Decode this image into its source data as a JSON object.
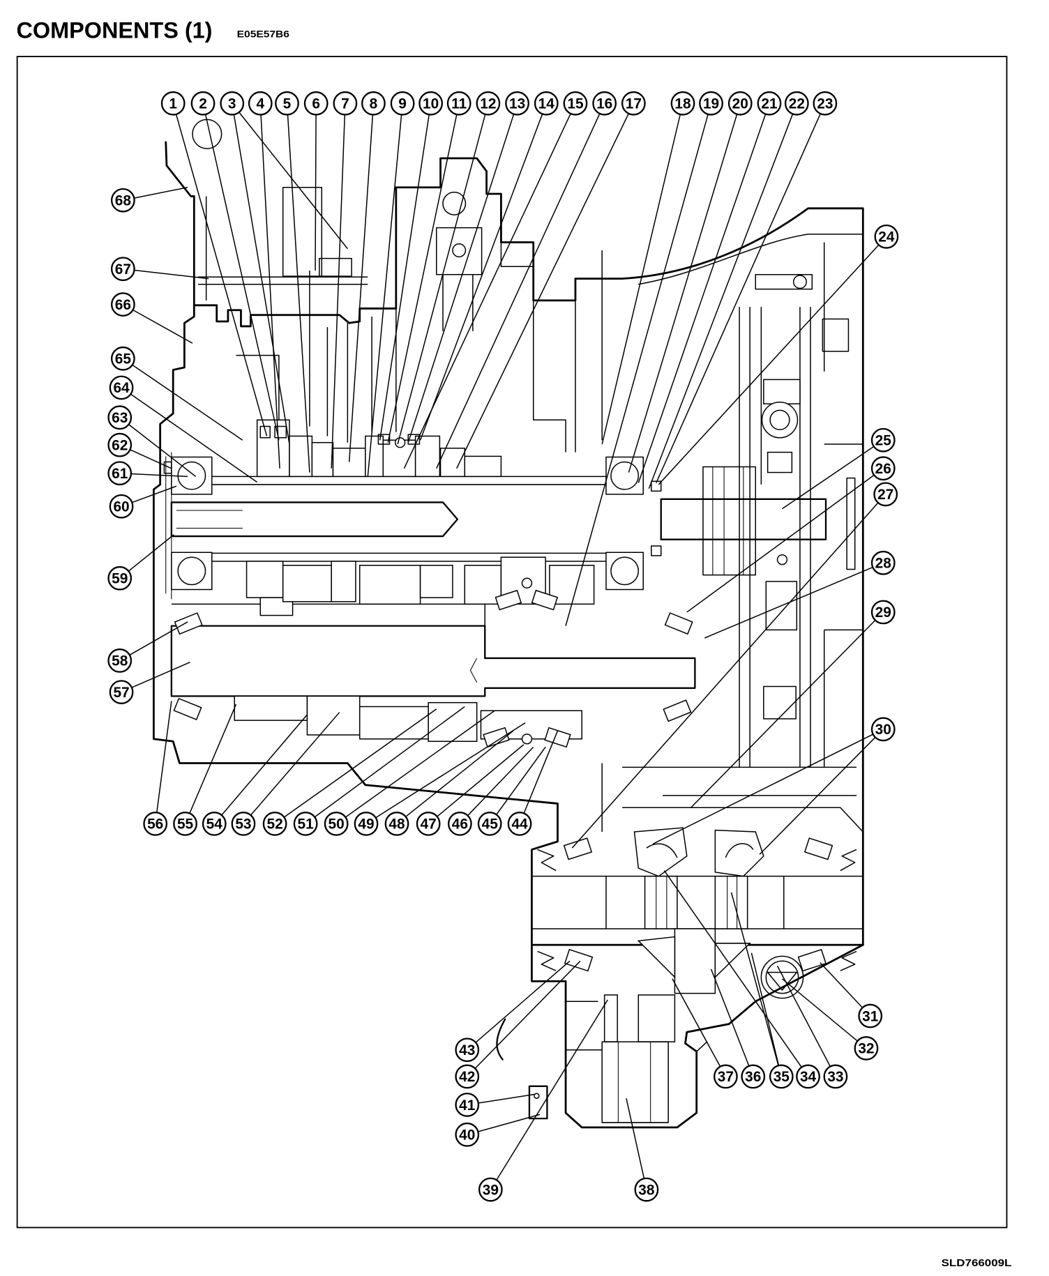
{
  "header": {
    "title": "COMPONENTS (1)",
    "code": "E05E57B6"
  },
  "figure": {
    "id": "SLD766009L"
  },
  "colors": {
    "ink": "#000000",
    "paper": "#ffffff"
  },
  "diagram": {
    "callouts": [
      "1",
      "2",
      "3",
      "4",
      "5",
      "6",
      "7",
      "8",
      "9",
      "10",
      "11",
      "12",
      "13",
      "14",
      "15",
      "16",
      "17",
      "18",
      "19",
      "20",
      "21",
      "22",
      "23",
      "24",
      "25",
      "26",
      "27",
      "28",
      "29",
      "30",
      "31",
      "32",
      "33",
      "34",
      "35",
      "36",
      "37",
      "38",
      "39",
      "40",
      "41",
      "42",
      "43",
      "44",
      "45",
      "46",
      "47",
      "48",
      "49",
      "50",
      "51",
      "52",
      "53",
      "54",
      "55",
      "56",
      "57",
      "58",
      "59",
      "60",
      "61",
      "62",
      "63",
      "64",
      "65",
      "66",
      "67",
      "68"
    ]
  }
}
